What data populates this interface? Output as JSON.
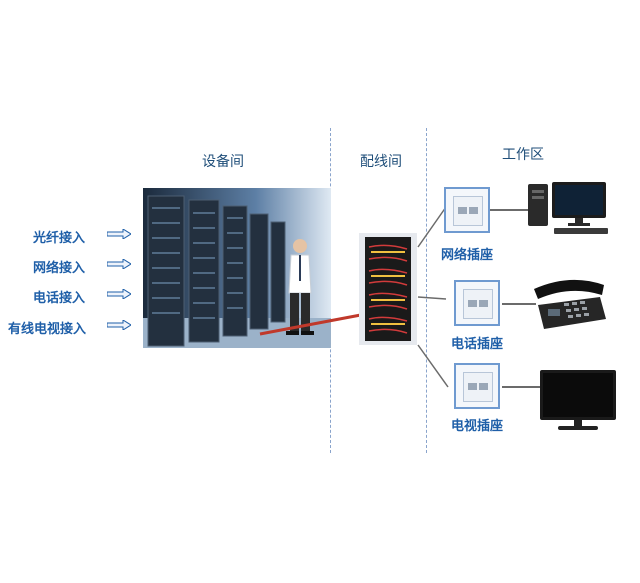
{
  "sections": {
    "equipment_room": "设备间",
    "wiring_closet": "配线间",
    "work_area": "工作区"
  },
  "inputs": [
    "光纤接入",
    "网络接入",
    "电话接入",
    "有线电视接入"
  ],
  "sockets": [
    "网络插座",
    "电话插座",
    "电视插座"
  ],
  "colors": {
    "label_blue": "#1f5fa8",
    "divider": "#8aa4cc",
    "link_red": "#c0392b",
    "line_gray": "#6b6b6b"
  }
}
